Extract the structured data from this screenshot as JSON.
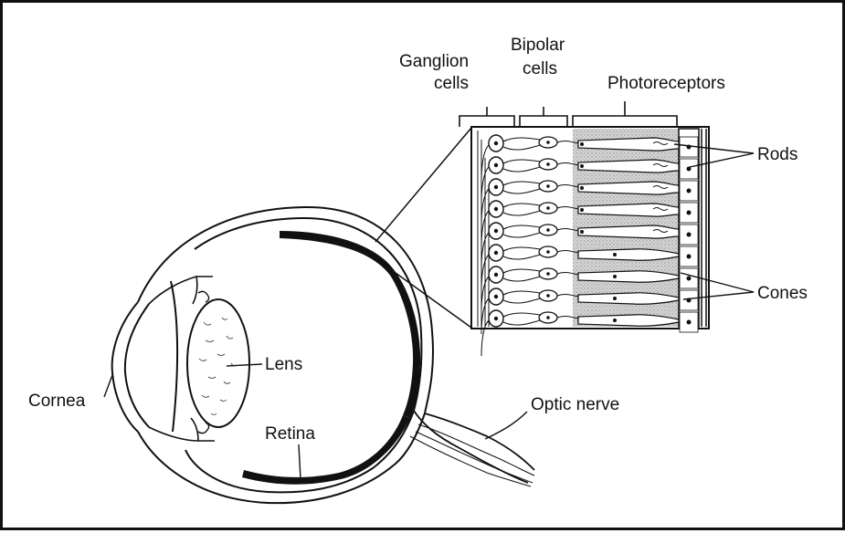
{
  "labels": {
    "ganglion_line1": "Ganglion",
    "ganglion_line2": "cells",
    "bipolar_line1": "Bipolar",
    "bipolar_line2": "cells",
    "photoreceptors": "Photoreceptors",
    "rods": "Rods",
    "cones": "Cones",
    "lens": "Lens",
    "cornea": "Cornea",
    "retina": "Retina",
    "optic_nerve": "Optic nerve"
  },
  "colors": {
    "ink": "#111111",
    "photoreceptor_shading": "#bdbdbd"
  }
}
